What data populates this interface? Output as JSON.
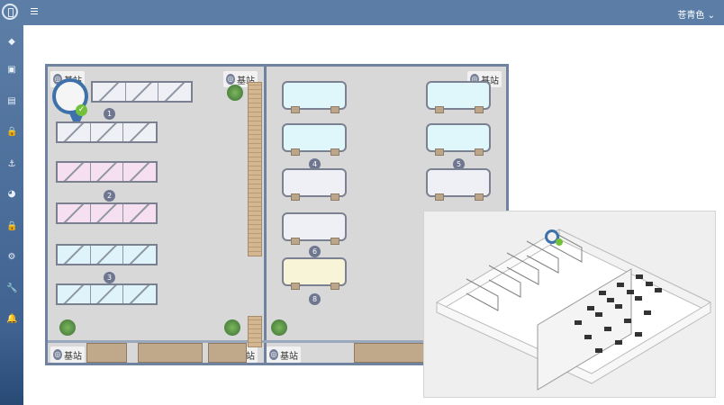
{
  "theme": {
    "label": "苍青色",
    "menu_icon": "hamburger-icon",
    "dropdown_icon": "chevron-down-icon"
  },
  "sidebar": {
    "items": [
      {
        "icon": "diamond-icon"
      },
      {
        "icon": "cube-icon"
      },
      {
        "icon": "map-icon"
      },
      {
        "icon": "lock-icon"
      },
      {
        "icon": "anchor-icon"
      },
      {
        "icon": "chart-icon"
      },
      {
        "icon": "lock-icon"
      },
      {
        "icon": "gear-icon"
      },
      {
        "icon": "wrench-icon"
      },
      {
        "icon": "bell-icon"
      }
    ]
  },
  "floorplan": {
    "station_label": "基站",
    "numbers": [
      "1",
      "2",
      "3",
      "4",
      "5",
      "6",
      "8"
    ]
  },
  "colors": {
    "header": "#5b7da6",
    "sidebar": "#3f6291",
    "map_border": "#6f82a0",
    "rack_pink": "#f5dff0",
    "rack_cyan": "#dff4fa",
    "desk_cyan": "#dff6fb",
    "desk_yellow": "#f7f4d8",
    "conveyor": "#d2b791",
    "check": "#73c13b"
  }
}
